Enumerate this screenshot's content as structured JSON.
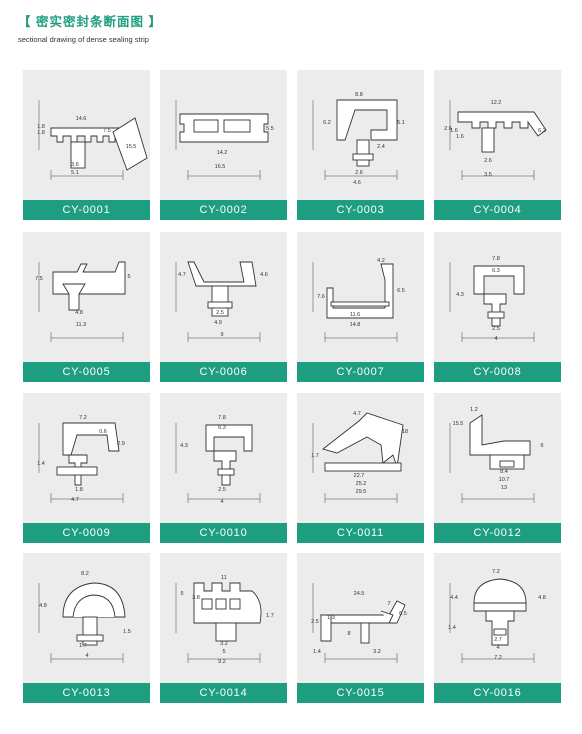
{
  "header": {
    "title": "【 密实密封条断面图 】",
    "subtitle": "sectional drawing of dense sealing strip"
  },
  "products": [
    {
      "code": "CY-0001",
      "dims": [
        "14.6",
        "1.8",
        "1.8",
        "15.5",
        "7.5",
        "3.6",
        "5.1"
      ]
    },
    {
      "code": "CY-0002",
      "dims": [
        "14.2",
        "16.5",
        "5.5"
      ]
    },
    {
      "code": "CY-0003",
      "dims": [
        "8.8",
        "6.2",
        "5.1",
        "2.4",
        "2.6",
        "4.6"
      ]
    },
    {
      "code": "CY-0004",
      "dims": [
        "12.2",
        "2.6",
        "1.6",
        "1.6",
        "6.2",
        "2.6",
        "3.5"
      ]
    },
    {
      "code": "CY-0005",
      "dims": [
        "7.5",
        "5",
        "4.8",
        "11.3"
      ]
    },
    {
      "code": "CY-0006",
      "dims": [
        "4.7",
        "4.6",
        "2.5",
        "4.9",
        "9"
      ]
    },
    {
      "code": "CY-0007",
      "dims": [
        "4.2",
        "7.6",
        "6.5",
        "11.6",
        "14.8"
      ]
    },
    {
      "code": "CY-0008",
      "dims": [
        "7.8",
        "6.3",
        "4.3",
        "2.5",
        "4"
      ]
    },
    {
      "code": "CY-0009",
      "dims": [
        "7.2",
        "0.6",
        "2.9",
        "1.4",
        "1.8",
        "4.7"
      ]
    },
    {
      "code": "CY-0010",
      "dims": [
        "7.8",
        "6.3",
        "4.3",
        "2.5",
        "4"
      ]
    },
    {
      "code": "CY-0011",
      "dims": [
        "4.7",
        "18",
        "1.7",
        "22.7",
        "25.2",
        "29.5"
      ]
    },
    {
      "code": "CY-0012",
      "dims": [
        "1.2",
        "15.5",
        "6",
        "8.4",
        "10.7",
        "13"
      ]
    },
    {
      "code": "CY-0013",
      "dims": [
        "8.2",
        "4.8",
        "1.5",
        "1.7",
        "4"
      ]
    },
    {
      "code": "CY-0014",
      "dims": [
        "11",
        "5",
        "3.8",
        "1.7",
        "3.2",
        "5",
        "9.2"
      ]
    },
    {
      "code": "CY-0015",
      "dims": [
        "24.5",
        "7",
        "2.5",
        "1.3",
        "8",
        "1.4",
        "6.5",
        "3.2"
      ]
    },
    {
      "code": "CY-0016",
      "dims": [
        "7.2",
        "4.4",
        "4.8",
        "1.4",
        "2.7",
        "4",
        "7.2"
      ]
    }
  ]
}
